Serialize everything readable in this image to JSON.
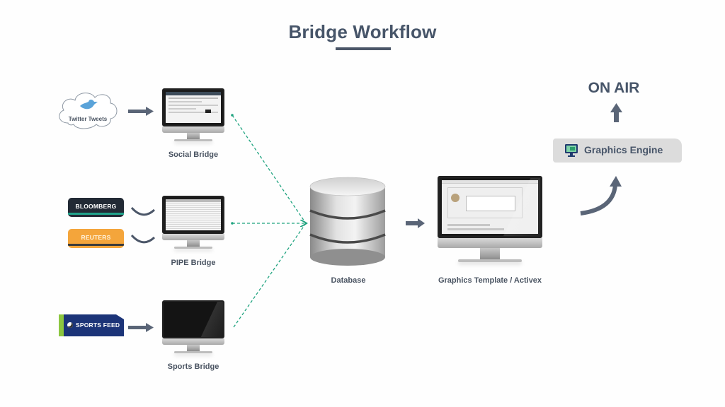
{
  "title": "Bridge Workflow",
  "colors": {
    "title": "#475569",
    "connector": "#1fa37f",
    "arrow": "#5a6577",
    "bloomberg": "#222a35",
    "bloomberg_accent": "#21a38b",
    "reuters": "#f4a53b",
    "sports_feed": "#1c3478",
    "sports_feed_accent": "#8cc63f",
    "engine_bg": "#dcdcdc"
  },
  "sources": {
    "twitter": {
      "label": "Twitter Tweets",
      "icon": "bird-icon"
    },
    "bloomberg": {
      "label": "BLOOMBERG"
    },
    "reuters": {
      "label": "REUTERS"
    },
    "sports_feed": {
      "label": "SPORTS FEED",
      "icon": "soccer-ball-icon"
    }
  },
  "bridges": [
    {
      "label": "Social Bridge",
      "screen": "social-feed-screen"
    },
    {
      "label": "PIPE Bridge",
      "screen": "data-table-screen"
    },
    {
      "label": "Sports Bridge",
      "screen": "blank-screen"
    }
  ],
  "database": {
    "label": "Database"
  },
  "template": {
    "label": "Graphics Template / Activex"
  },
  "engine": {
    "label": "Graphics Engine",
    "icon": "monitor-icon"
  },
  "output": {
    "label": "ON AIR"
  }
}
